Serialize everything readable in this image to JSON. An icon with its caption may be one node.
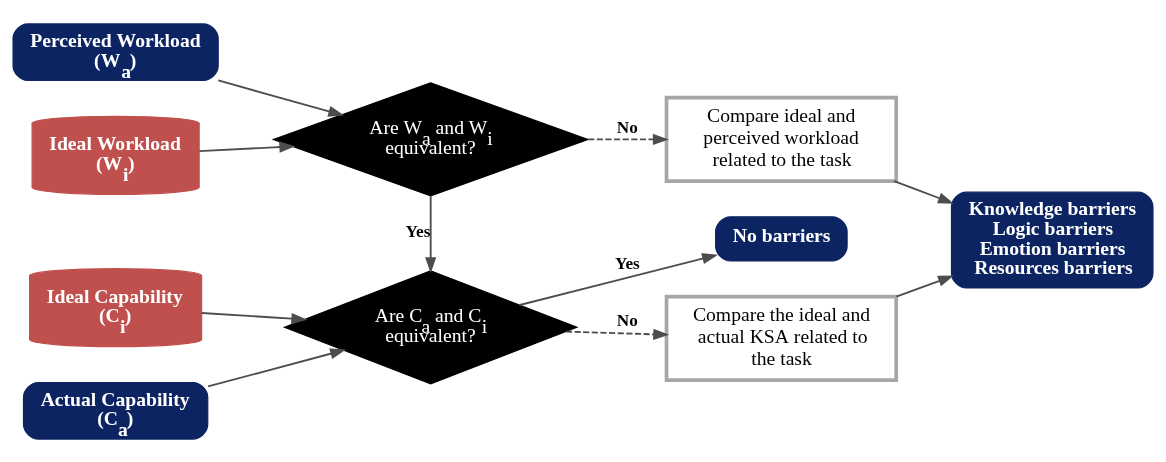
{
  "diagram": {
    "nodes": [
      {
        "text": [
          "Perceived Workload",
          "(W$_{a}$)"
        ]
      },
      {
        "text": [
          "Ideal Workload",
          "(W$_{i}$)"
        ]
      },
      {
        "text": [
          "Are W$_{a}$ and W$_{i}$ equivalent?"
        ]
      },
      {
        "text": [
          "Compare ideal and perceived workload related to the task"
        ]
      },
      {
        "text": [
          "Actual Capability",
          "(C$_{a}$)"
        ]
      },
      {
        "text": [
          "Ideal Capability",
          "(C$_{i}$)"
        ]
      },
      {
        "text": [
          "Are C$_{a}$ and C$_{i}$ equivalent?"
        ]
      },
      {
        "text": [
          "Compare the ideal and actual KSA related to the task"
        ]
      },
      {
        "text": [
          "Knowledge barriers",
          "Logic barriers",
          "Emotion barriers",
          "Resources barriers"
        ]
      },
      {
        "text": [
          "No barriers"
        ]
      }
    ],
    "edges": [
      {
        "from": 0,
        "to": 2,
        "arrow": "to"
      },
      {
        "from": 1,
        "to": 2,
        "arrow": "to"
      },
      {
        "from": 2,
        "to": 3,
        "arrow": "to",
        "label": "No",
        "style": "dashed"
      },
      {
        "from": 2,
        "to": 6,
        "arrow": "to",
        "label": "Yes"
      },
      {
        "from": 4,
        "to": 6,
        "arrow": "to"
      },
      {
        "from": 5,
        "to": 6,
        "arrow": "to"
      },
      {
        "from": 6,
        "to": 7,
        "arrow": "to",
        "label": "No",
        "style": "dashed"
      },
      {
        "from": 3,
        "to": 8,
        "arrow": "to"
      },
      {
        "from": 7,
        "to": 8,
        "arrow": "to"
      },
      {
        "from": 6,
        "to": 9,
        "arrow": "to",
        "label": "Yes"
      }
    ]
  }
}
